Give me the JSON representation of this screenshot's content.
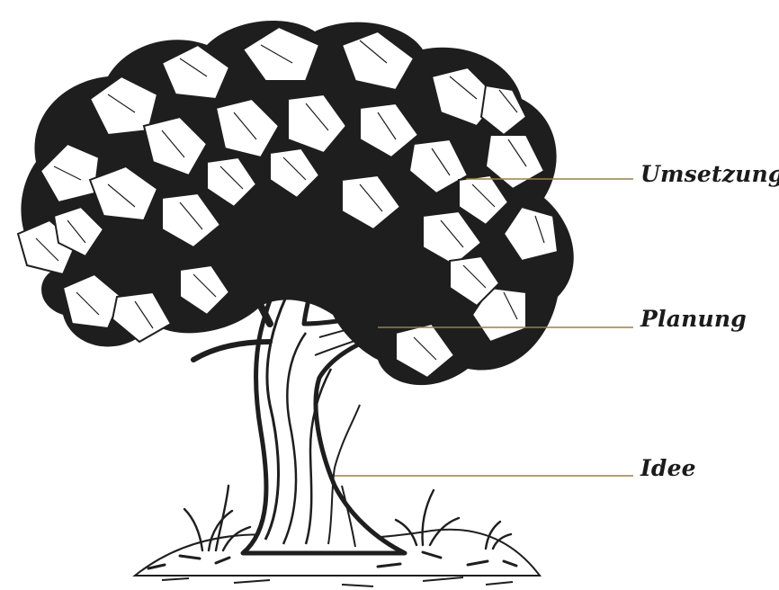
{
  "labels": {
    "umsetzung": "Umsetzung",
    "planung": "Planung",
    "idee": "Idee"
  },
  "colors": {
    "ink": "#1e1e1e",
    "leader_line": "#9b7e4a",
    "background": "#ffffff"
  },
  "icons": {
    "tree": "tree-illustration"
  }
}
